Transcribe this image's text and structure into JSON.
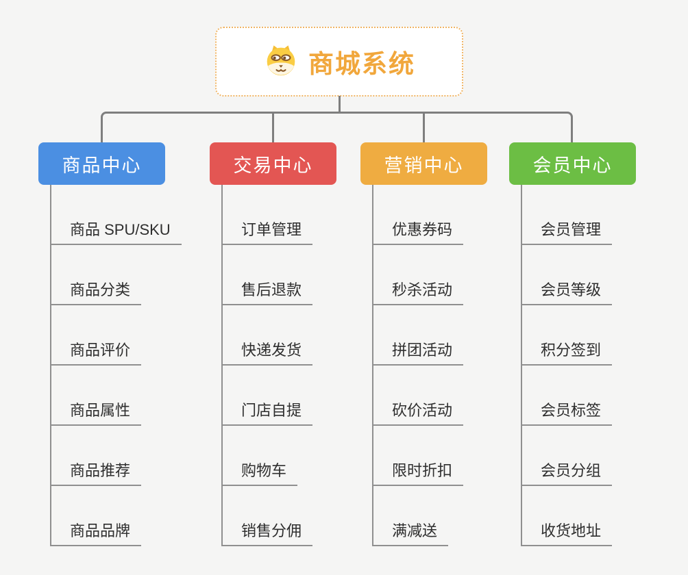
{
  "root": {
    "title": "商城系统",
    "icon": "dog-face-icon"
  },
  "palette": {
    "background": "#f5f5f4",
    "connector_color": "#7e7e7e",
    "leaf_line_color": "#8f8f8f",
    "leaf_text_color": "#2e2e2e",
    "root_border_color": "#f0b463",
    "root_title_color": "#f1a73c"
  },
  "branches": [
    {
      "label": "商品中心",
      "color": "#4b8fe2",
      "items": [
        "商品 SPU/SKU",
        "商品分类",
        "商品评价",
        "商品属性",
        "商品推荐",
        "商品品牌"
      ]
    },
    {
      "label": "交易中心",
      "color": "#e35653",
      "items": [
        "订单管理",
        "售后退款",
        "快递发货",
        "门店自提",
        "购物车",
        "销售分佣"
      ]
    },
    {
      "label": "营销中心",
      "color": "#efac41",
      "items": [
        "优惠券码",
        "秒杀活动",
        "拼团活动",
        "砍价活动",
        "限时折扣",
        "满减送"
      ]
    },
    {
      "label": "会员中心",
      "color": "#6cbe44",
      "items": [
        "会员管理",
        "会员等级",
        "积分签到",
        "会员标签",
        "会员分组",
        "收货地址"
      ]
    }
  ]
}
